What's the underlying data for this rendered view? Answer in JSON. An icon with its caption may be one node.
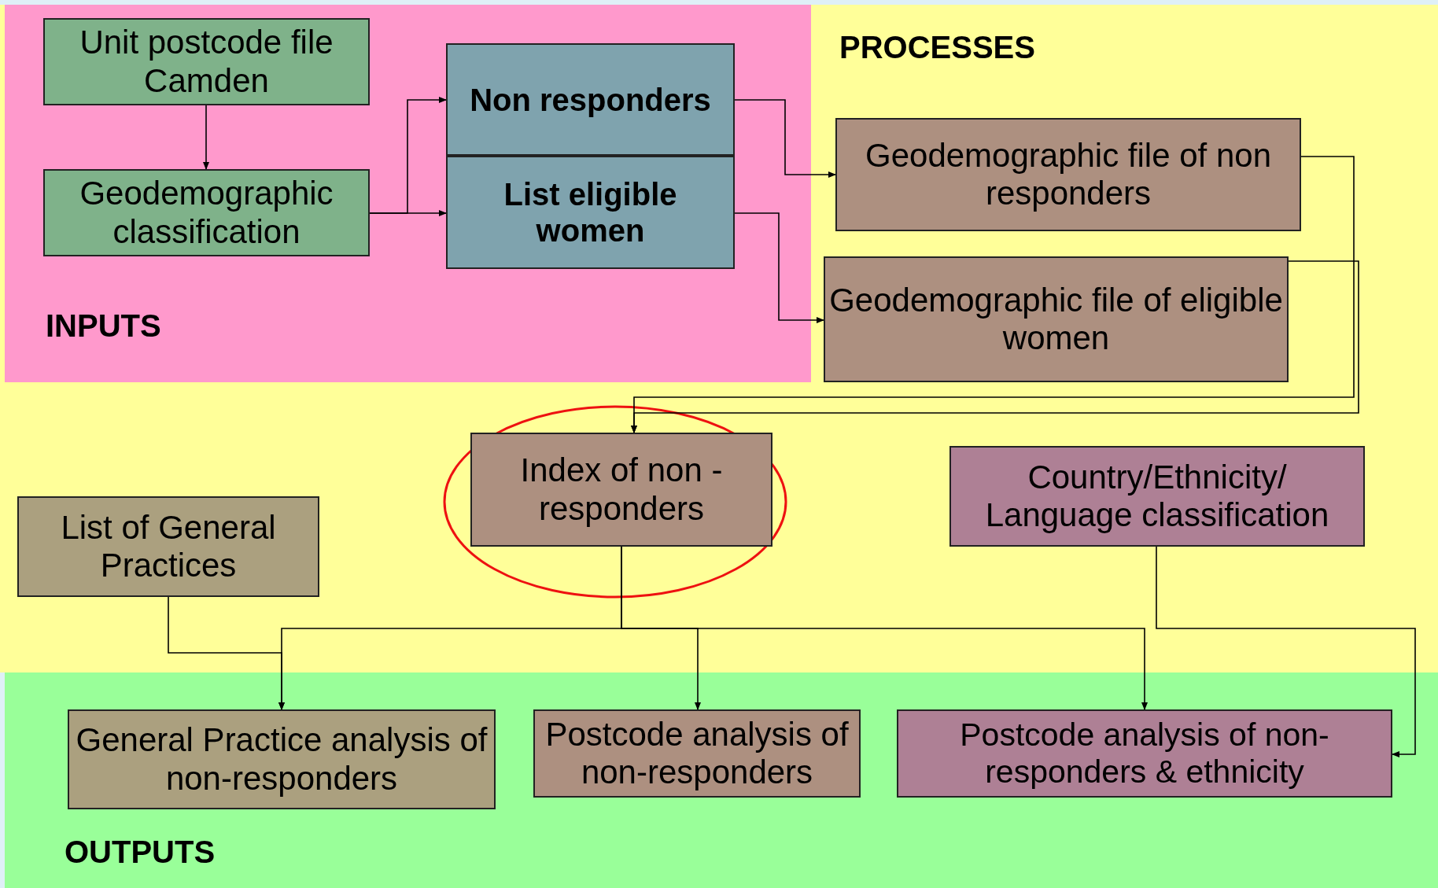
{
  "diagram": {
    "nodes": [
      {
        "text": [
          "PROCESSES"
        ]
      },
      {
        "text": [
          "INPUTS"
        ],
        "in": 0
      },
      {
        "text": [
          "OUTPUTS"
        ]
      },
      {
        "text": [
          "Unit postcode file Camden"
        ],
        "in": 1
      },
      {
        "text": [
          "Geodemographic classification"
        ],
        "in": 1
      },
      {
        "text": [
          "Non responders"
        ],
        "in": 1
      },
      {
        "text": [
          "List eligible women"
        ],
        "in": 1
      },
      {
        "text": [
          "Geodemographic file of non responders"
        ],
        "in": 0
      },
      {
        "text": [
          "Geodemographic file of eligible women"
        ],
        "in": 0
      },
      {
        "text": [
          "Index of non - responders"
        ],
        "in": 0
      },
      {
        "text": [
          "List of General Practices"
        ],
        "in": 0
      },
      {
        "text": [
          "Country/Ethnicity/ Language classification"
        ],
        "in": 0
      },
      {
        "text": [
          "General Practice analysis of non-responders"
        ],
        "in": 2
      },
      {
        "text": [
          "Postcode analysis of non-responders"
        ],
        "in": 2
      },
      {
        "text": [
          "Postcode analysis of non-responders & ethnicity"
        ],
        "in": 2
      }
    ],
    "edges": [
      {
        "from": 3,
        "to": 4,
        "arrow": "to"
      },
      {
        "from": 4,
        "to": 5,
        "arrow": "to"
      },
      {
        "from": 4,
        "to": 6,
        "arrow": "to"
      },
      {
        "from": 5,
        "to": 7,
        "arrow": "to"
      },
      {
        "from": 6,
        "to": 8,
        "arrow": "to"
      },
      {
        "from": 7,
        "to": 9,
        "arrow": "to"
      },
      {
        "from": 8,
        "to": 9,
        "arrow": "to"
      },
      {
        "from": 9,
        "to": 12,
        "arrow": "to"
      },
      {
        "from": 9,
        "to": 13,
        "arrow": "to"
      },
      {
        "from": 9,
        "to": 14,
        "arrow": "to"
      },
      {
        "from": 10,
        "to": 12,
        "arrow": "to"
      },
      {
        "from": 11,
        "to": 14,
        "arrow": "to"
      }
    ]
  }
}
